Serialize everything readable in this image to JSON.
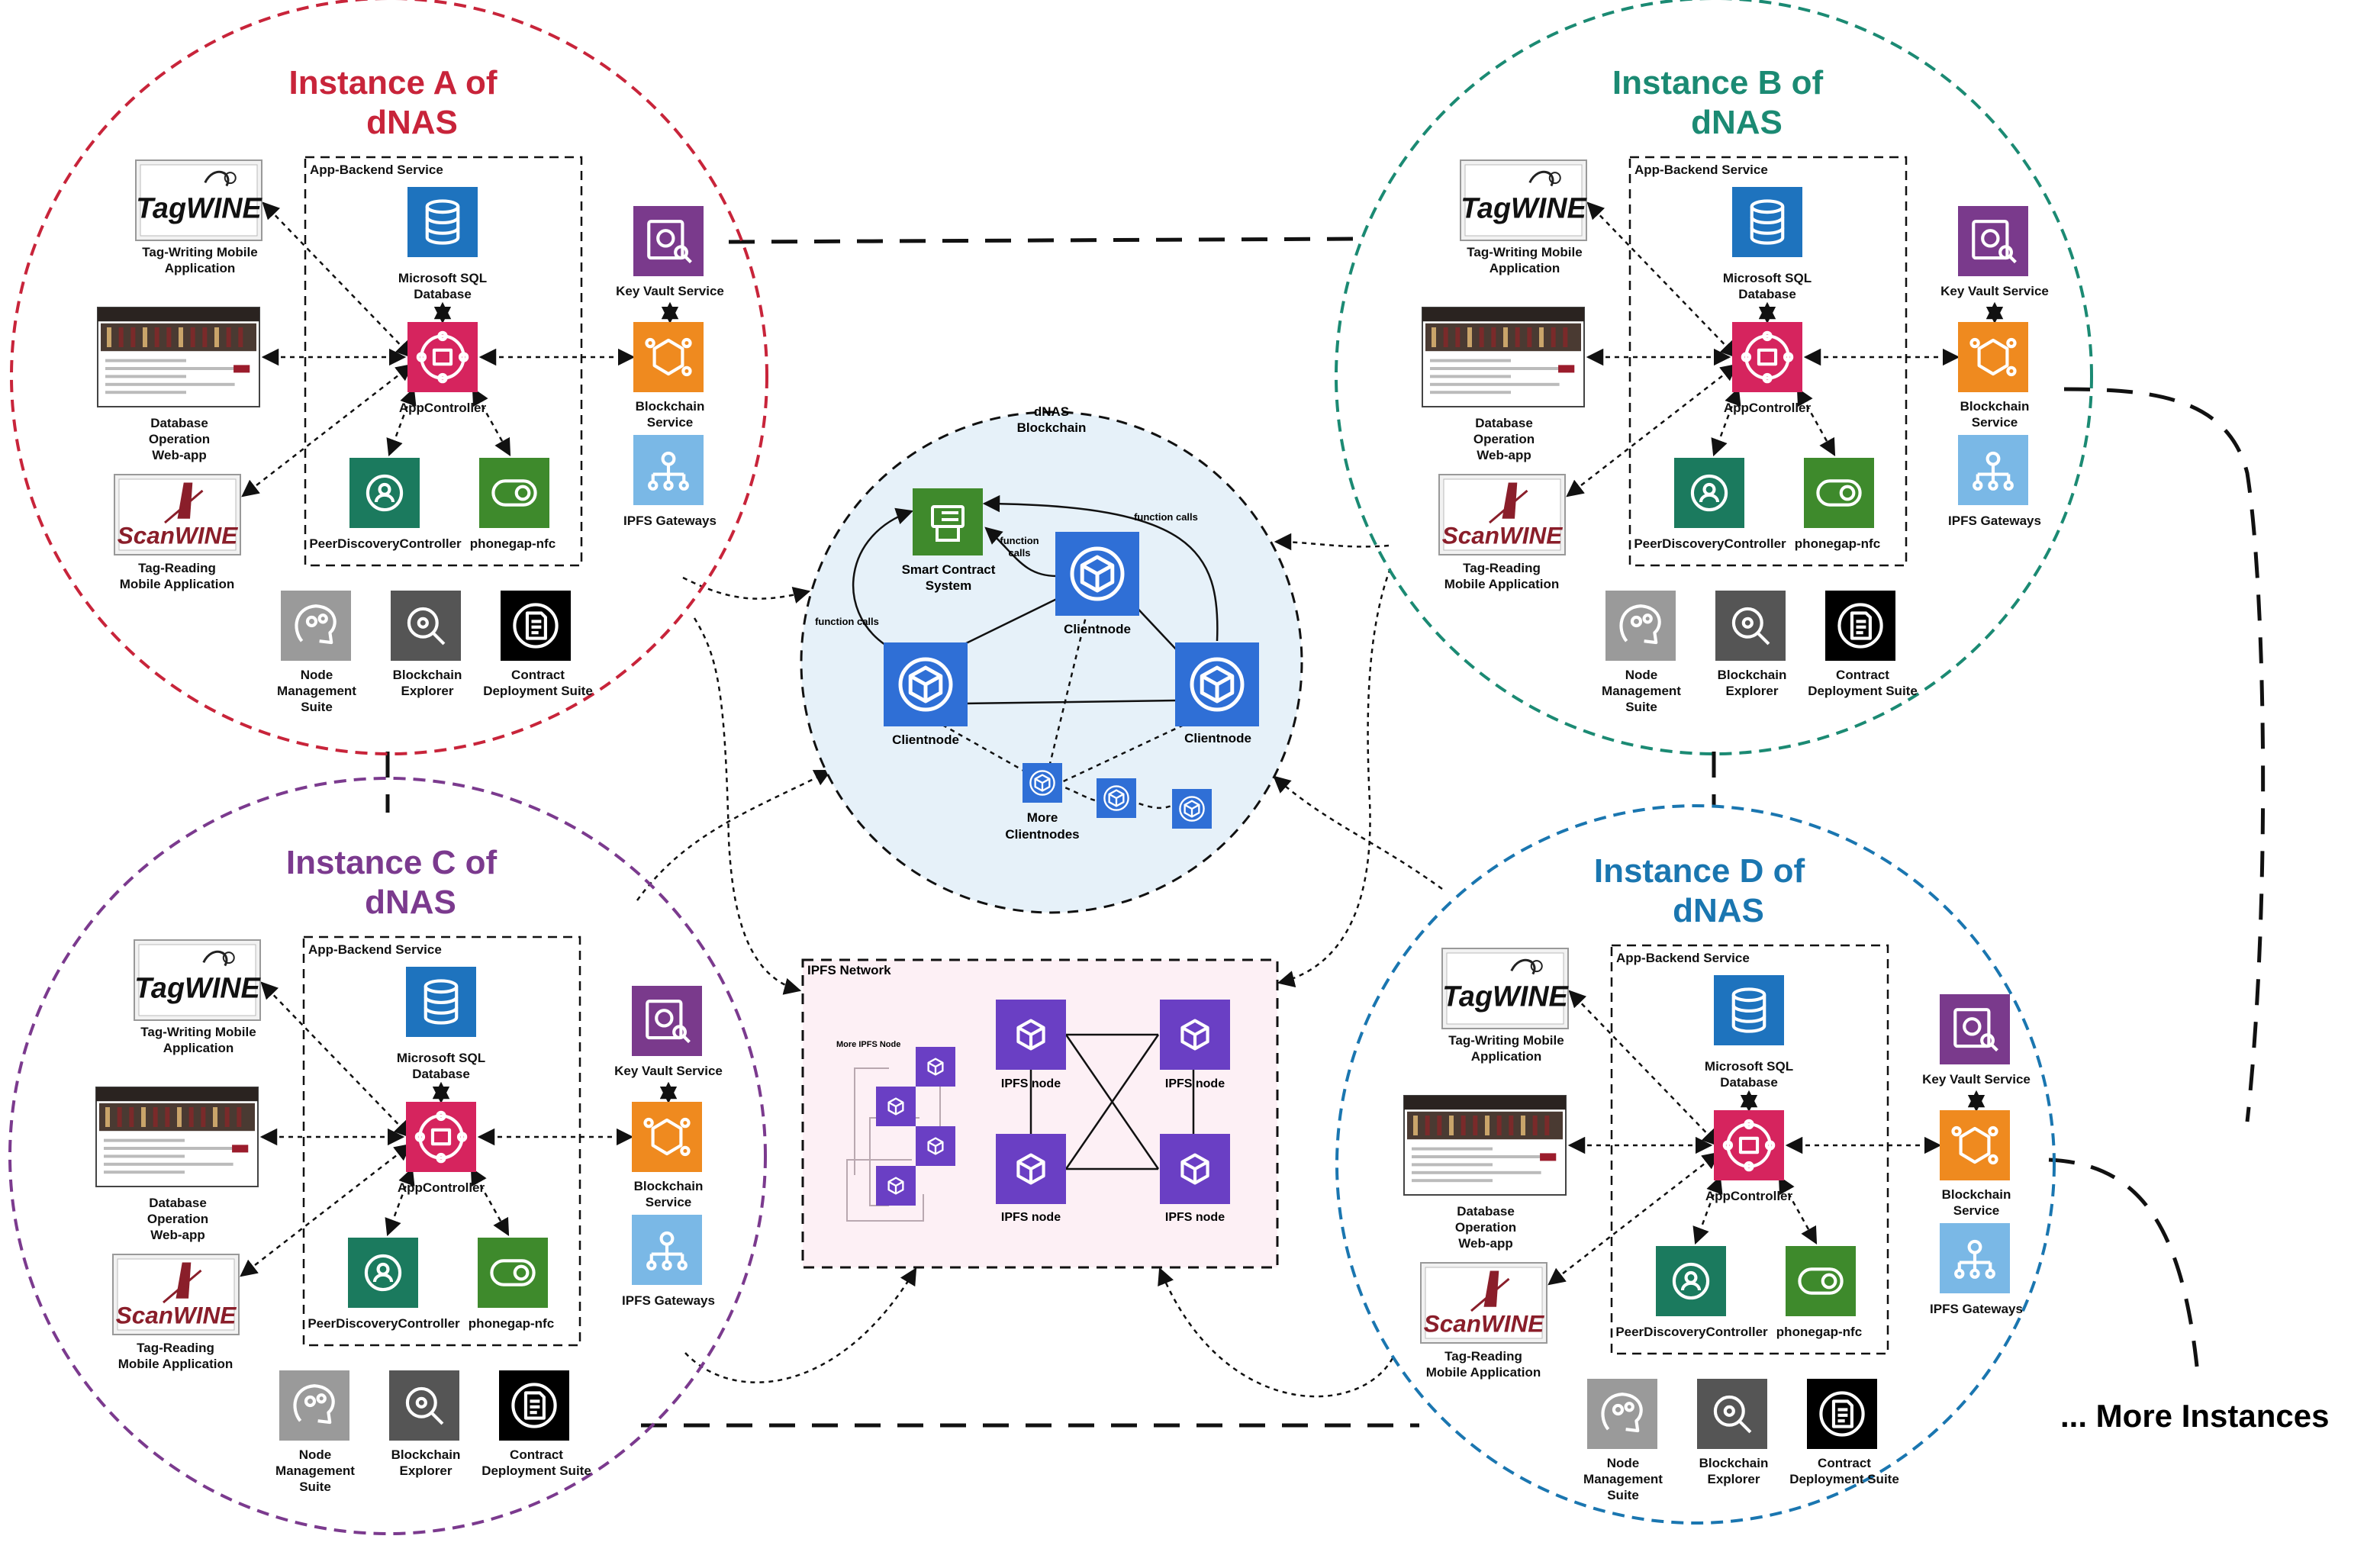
{
  "instances": [
    {
      "id": "A",
      "title_line1": "Instance A of",
      "title_line2": "dNAS",
      "color": "#c8243a"
    },
    {
      "id": "B",
      "title_line1": "Instance B of",
      "title_line2": "dNAS",
      "color": "#1b8a73"
    },
    {
      "id": "C",
      "title_line1": "Instance C of",
      "title_line2": "dNAS",
      "color": "#7b3a8e"
    },
    {
      "id": "D",
      "title_line1": "Instance D of",
      "title_line2": "dNAS",
      "color": "#1a76b0"
    }
  ],
  "labels": {
    "backend": "App-Backend Service",
    "sql_1": "Microsoft SQL",
    "sql_2": "Database",
    "app_controller": "AppController",
    "peer": "PeerDiscoveryController",
    "nfc": "phonegap-nfc",
    "keyvault": "Key Vault Service",
    "blockchain_1": "Blockchain",
    "blockchain_2": "Service",
    "ipfs_gw": "IPFS Gateways",
    "tagwrite_1": "Tag-Writing Mobile",
    "tagwrite_2": "Application",
    "dbweb_1": "Database",
    "dbweb_2": "Operation",
    "dbweb_3": "Web-app",
    "tagread_1": "Tag-Reading",
    "tagread_2": "Mobile Application",
    "node_1": "Node",
    "node_2": "Management",
    "node_3": "Suite",
    "explorer_1": "Blockchain",
    "explorer_2": "Explorer",
    "contract_1": "Contract",
    "contract_2": "Deployment Suite",
    "tagwine_logo": "TagWINE",
    "scanwine_logo": "ScanWINE"
  },
  "blockchain": {
    "title_1": "dNAS",
    "title_2": "Blockchain",
    "smart_1": "Smart Contract",
    "smart_2": "System",
    "clientnode": "Clientnode",
    "more_1": "More",
    "more_2": "Clientnodes",
    "function_calls": "function calls",
    "function_calls_a": "function",
    "function_calls_b": "calls"
  },
  "ipfs": {
    "title": "IPFS Network",
    "more_nodes": "More IPFS Node",
    "node": "IPFS node"
  },
  "more_instances": "... More Instances",
  "colors": {
    "sql": "#1e73be",
    "app": "#d6245e",
    "peer": "#1b7a5e",
    "nfc": "#3e8a2c",
    "keyvault": "#7a3a8c",
    "blockchain": "#ef8a1f",
    "ipfsgw": "#7ab8e6",
    "node": "#9a9a9a",
    "explorer": "#555555",
    "contract": "#000000",
    "client": "#2f6fd6",
    "ipfsnode": "#6a3fc4",
    "smart": "#3f8a2c",
    "chain_bg": "#e6f1f9",
    "ipfs_bg": "#fdf0f5"
  },
  "icons": {
    "sql": "database-icon",
    "app": "app-controller-icon",
    "peer": "peer-discovery-icon",
    "nfc": "nfc-toggle-icon",
    "keyvault": "key-vault-icon",
    "blockchain": "blockchain-service-icon",
    "ipfsgw": "ipfs-gateway-icon",
    "node": "brain-icon",
    "explorer": "magnifier-icon",
    "contract": "contract-document-icon",
    "client": "cube-icon",
    "smart": "smart-contract-icon"
  }
}
